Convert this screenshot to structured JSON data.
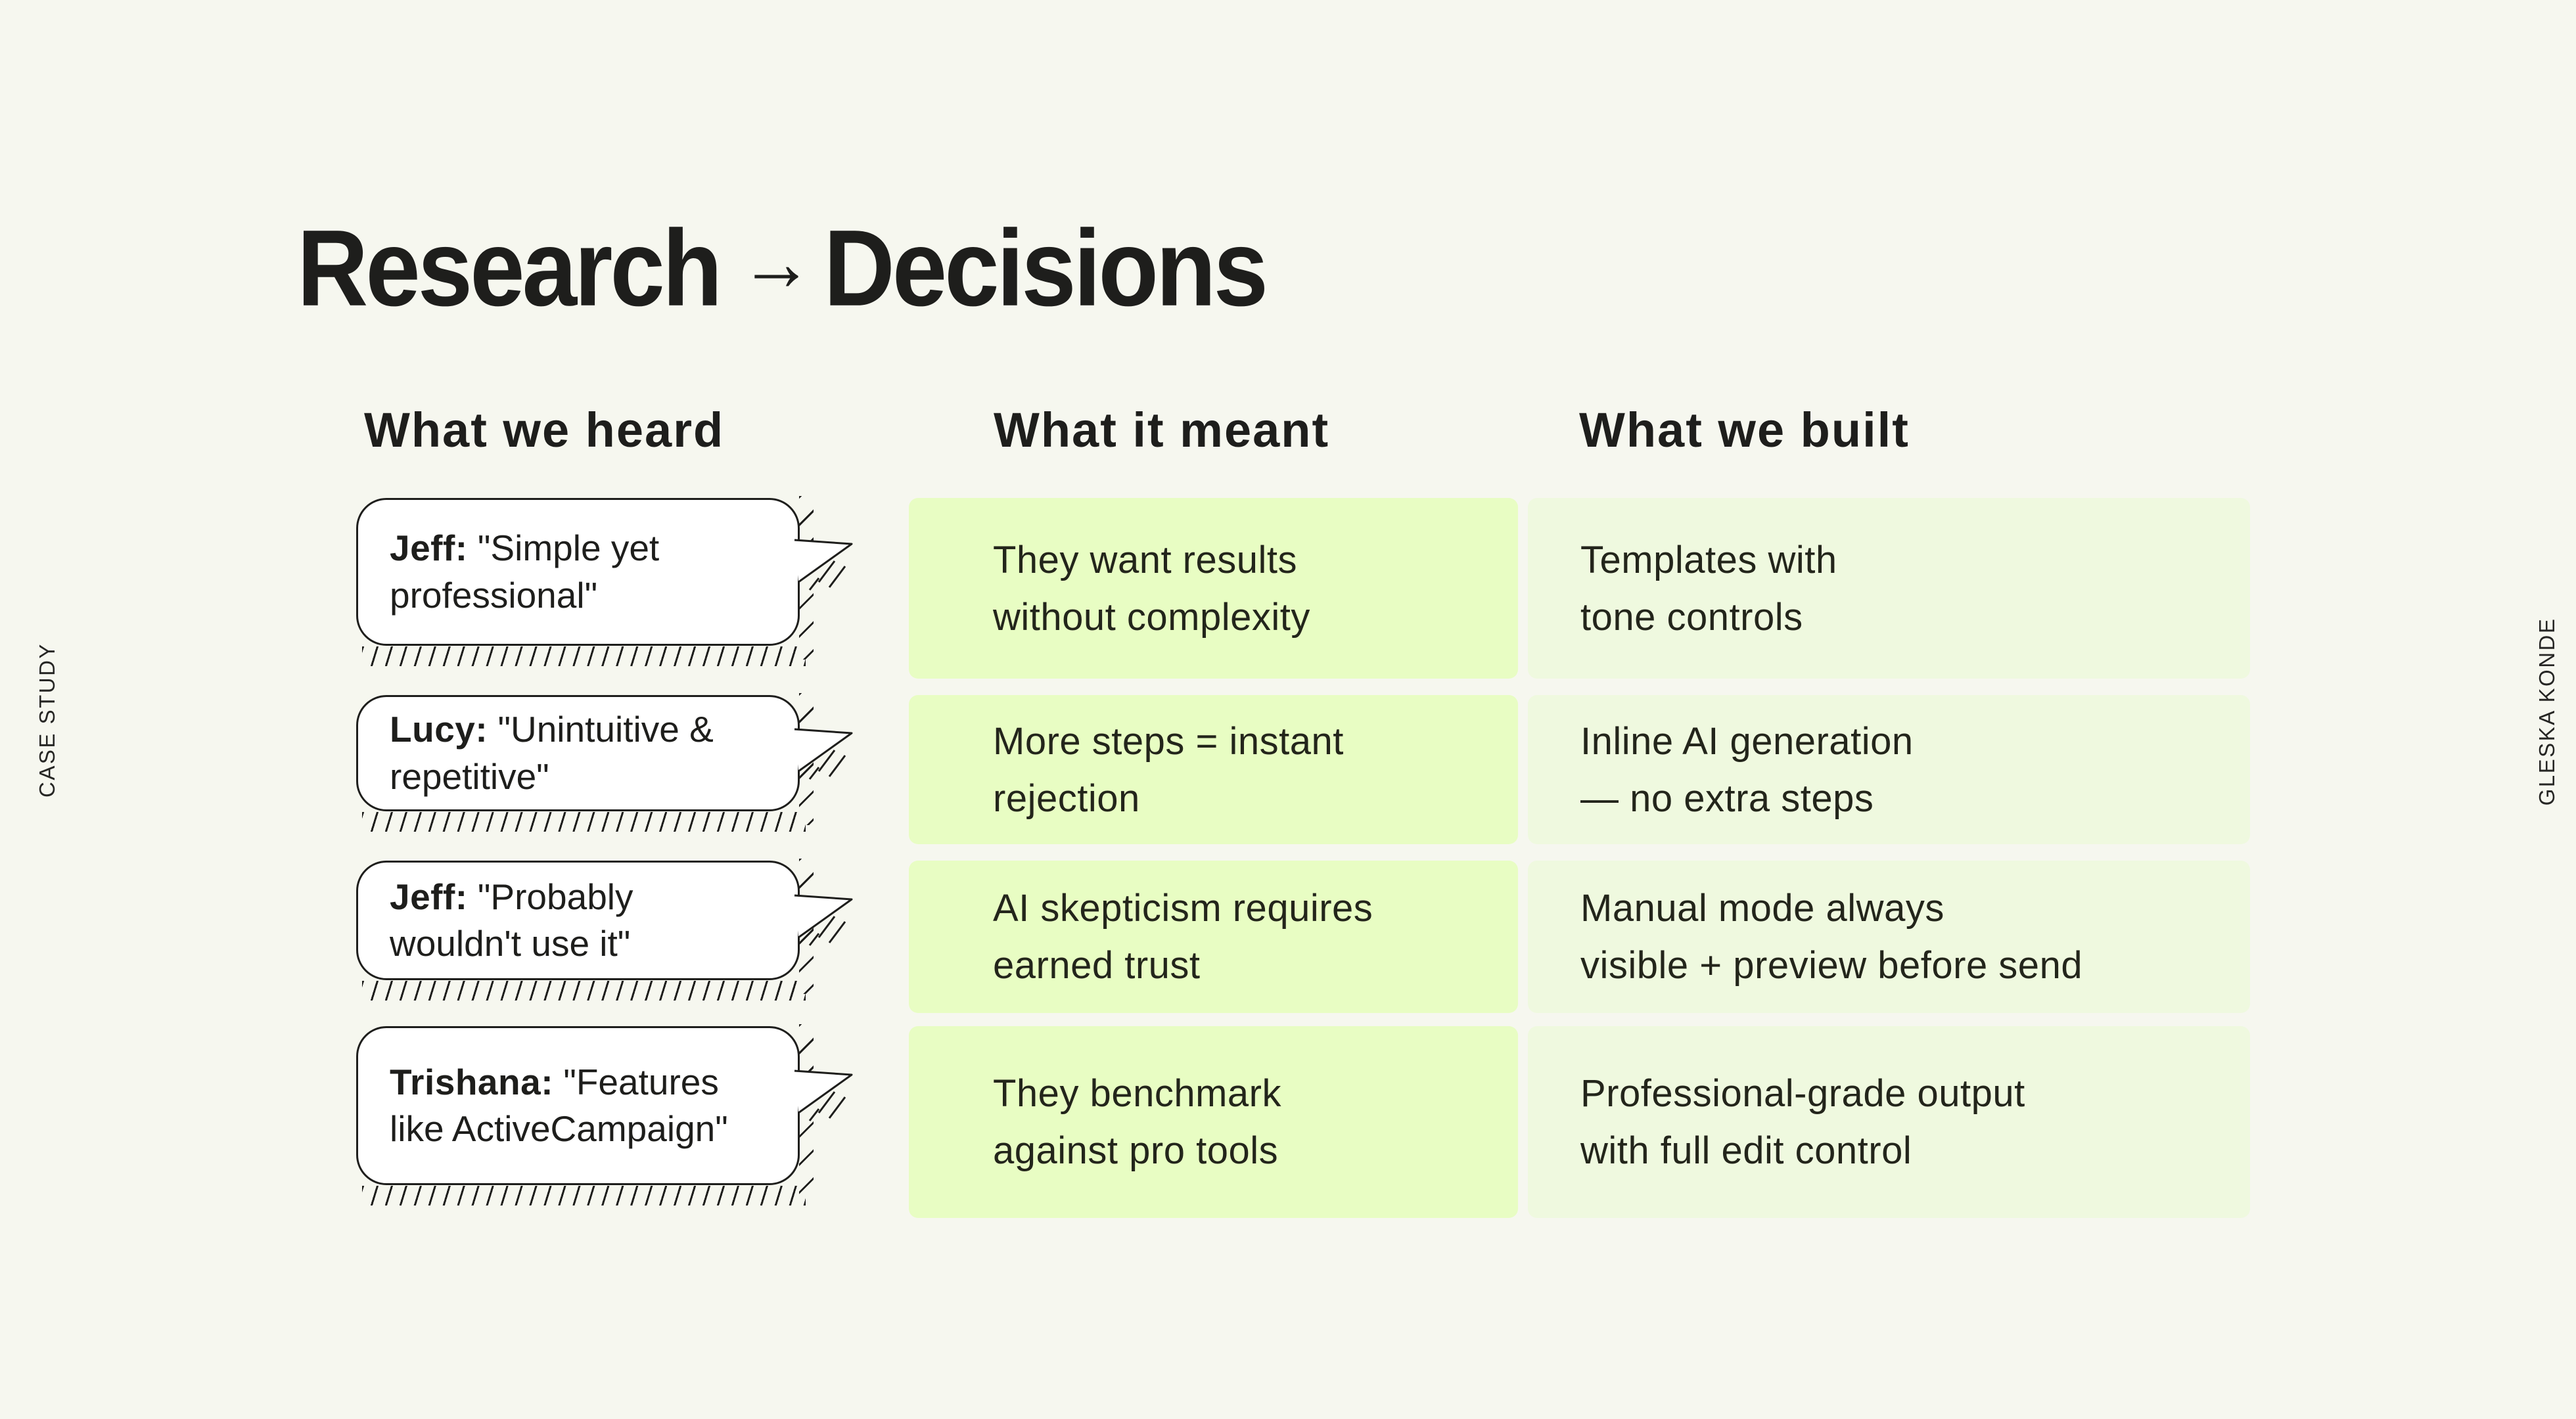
{
  "colors": {
    "background": "#f6f7ef",
    "ink": "#1e1e1c",
    "meant_cell_green": "#e8fdc3",
    "built_cell_green": "#eff9df",
    "bubble_fill": "#ffffff"
  },
  "side_labels": {
    "left": "CASE STUDY",
    "right": "GLESKA KONDE"
  },
  "title": {
    "left": "Research",
    "arrow": "→",
    "right": "Decisions"
  },
  "columns": {
    "heard": "What we heard",
    "meant": "What it meant",
    "built": "What we built"
  },
  "rows": [
    {
      "speaker": "Jeff:",
      "quote": "\"Simple yet\nprofessional\"",
      "meant": "They want results\nwithout complexity",
      "built": "Templates with\ntone controls"
    },
    {
      "speaker": "Lucy:",
      "quote": "\"Unintuitive &\nrepetitive\"",
      "meant": "More steps = instant\nrejection",
      "built": "Inline AI generation\n— no extra steps"
    },
    {
      "speaker": "Jeff:",
      "quote": "\"Probably\nwouldn't use it\"",
      "meant": "AI skepticism requires\nearned trust",
      "built": "Manual mode always\nvisible + preview before send"
    },
    {
      "speaker": "Trishana:",
      "quote": "\"Features\nlike ActiveCampaign\"",
      "meant": "They benchmark\nagainst pro tools",
      "built": "Professional-grade output\nwith full edit control"
    }
  ]
}
